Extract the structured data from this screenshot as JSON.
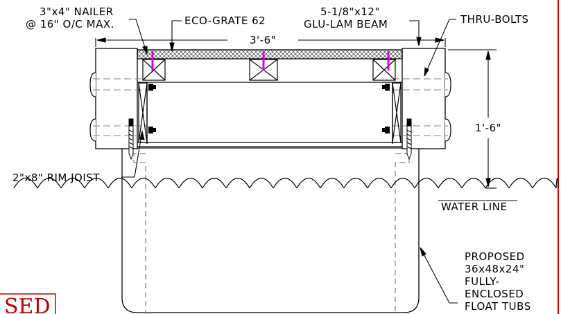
{
  "labels": {
    "nailer_l1": "3\"x4\" NAILER",
    "nailer_l2": "@ 16\" O/C MAX.",
    "eco": "ECO-GRATE 62",
    "glulam_l1": "5-1/8\"x12\"",
    "glulam_l2": "GLU-LAM BEAM",
    "thru": "THRU-BOLTS",
    "width": "3'-6\"",
    "height": "1'-6\"",
    "rim": "2\"x8\" RIM JOIST",
    "water": "WATER LINE",
    "tub_l1": "PROPOSED",
    "tub_l2": "36x48x24\"",
    "tub_l3": "FULLY-",
    "tub_l4": "ENCLOSED",
    "tub_l5": "FLOAT TUBS",
    "stamp": "SED"
  },
  "colors": {
    "line": "#000000",
    "hidden": "#808080",
    "accent": "#e000e0",
    "stamp": "#c00000",
    "frame": "#d00000"
  }
}
